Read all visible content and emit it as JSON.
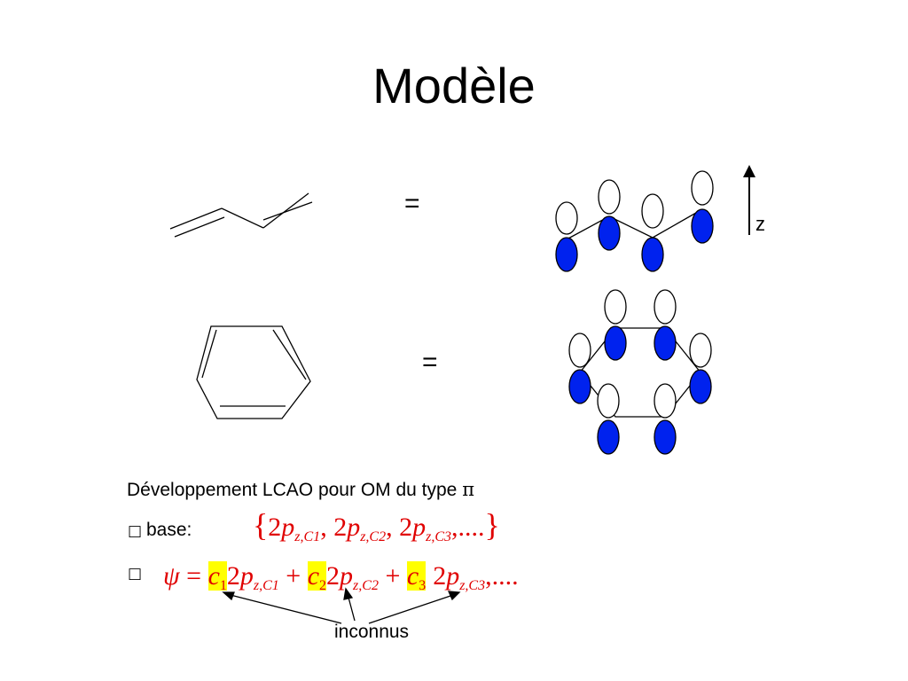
{
  "slide": {
    "title": "Modèle",
    "equals_1": "=",
    "equals_2": "=",
    "axis_label": "z"
  },
  "text": {
    "heading_prefix": "Développement LCAO pour OM du type ",
    "heading_pi": "π",
    "bullet_glyph": "□",
    "base_label": "base:",
    "unknowns_label": "inconnus"
  },
  "base_set": {
    "open_brace": "{",
    "close_brace": "}",
    "terms": [
      {
        "coef": "2",
        "var": "p",
        "sub": "z,C1",
        "sep": ", "
      },
      {
        "coef": "2",
        "var": "p",
        "sub": "z,C2",
        "sep": ", "
      },
      {
        "coef": "2",
        "var": "p",
        "sub": "z,C3",
        "sep": ",...."
      }
    ]
  },
  "wavefunction": {
    "psi": "ψ",
    "eq": " = ",
    "plus": " + ",
    "tail": ",....",
    "terms": [
      {
        "c": "c",
        "ci": "1",
        "coef": "2",
        "var": "p",
        "sub": "z,C1"
      },
      {
        "c": "c",
        "ci": "2",
        "coef": "2",
        "var": "p",
        "sub": "z,C2"
      },
      {
        "c": "c",
        "ci": "3",
        "coef": "2",
        "var": "p",
        "sub": "z,C3"
      }
    ]
  },
  "colors": {
    "formula": "#e00000",
    "highlight": "#ffff00",
    "lobe_filled": "#0022ee",
    "lobe_empty": "#ffffff",
    "stroke": "#000000"
  }
}
